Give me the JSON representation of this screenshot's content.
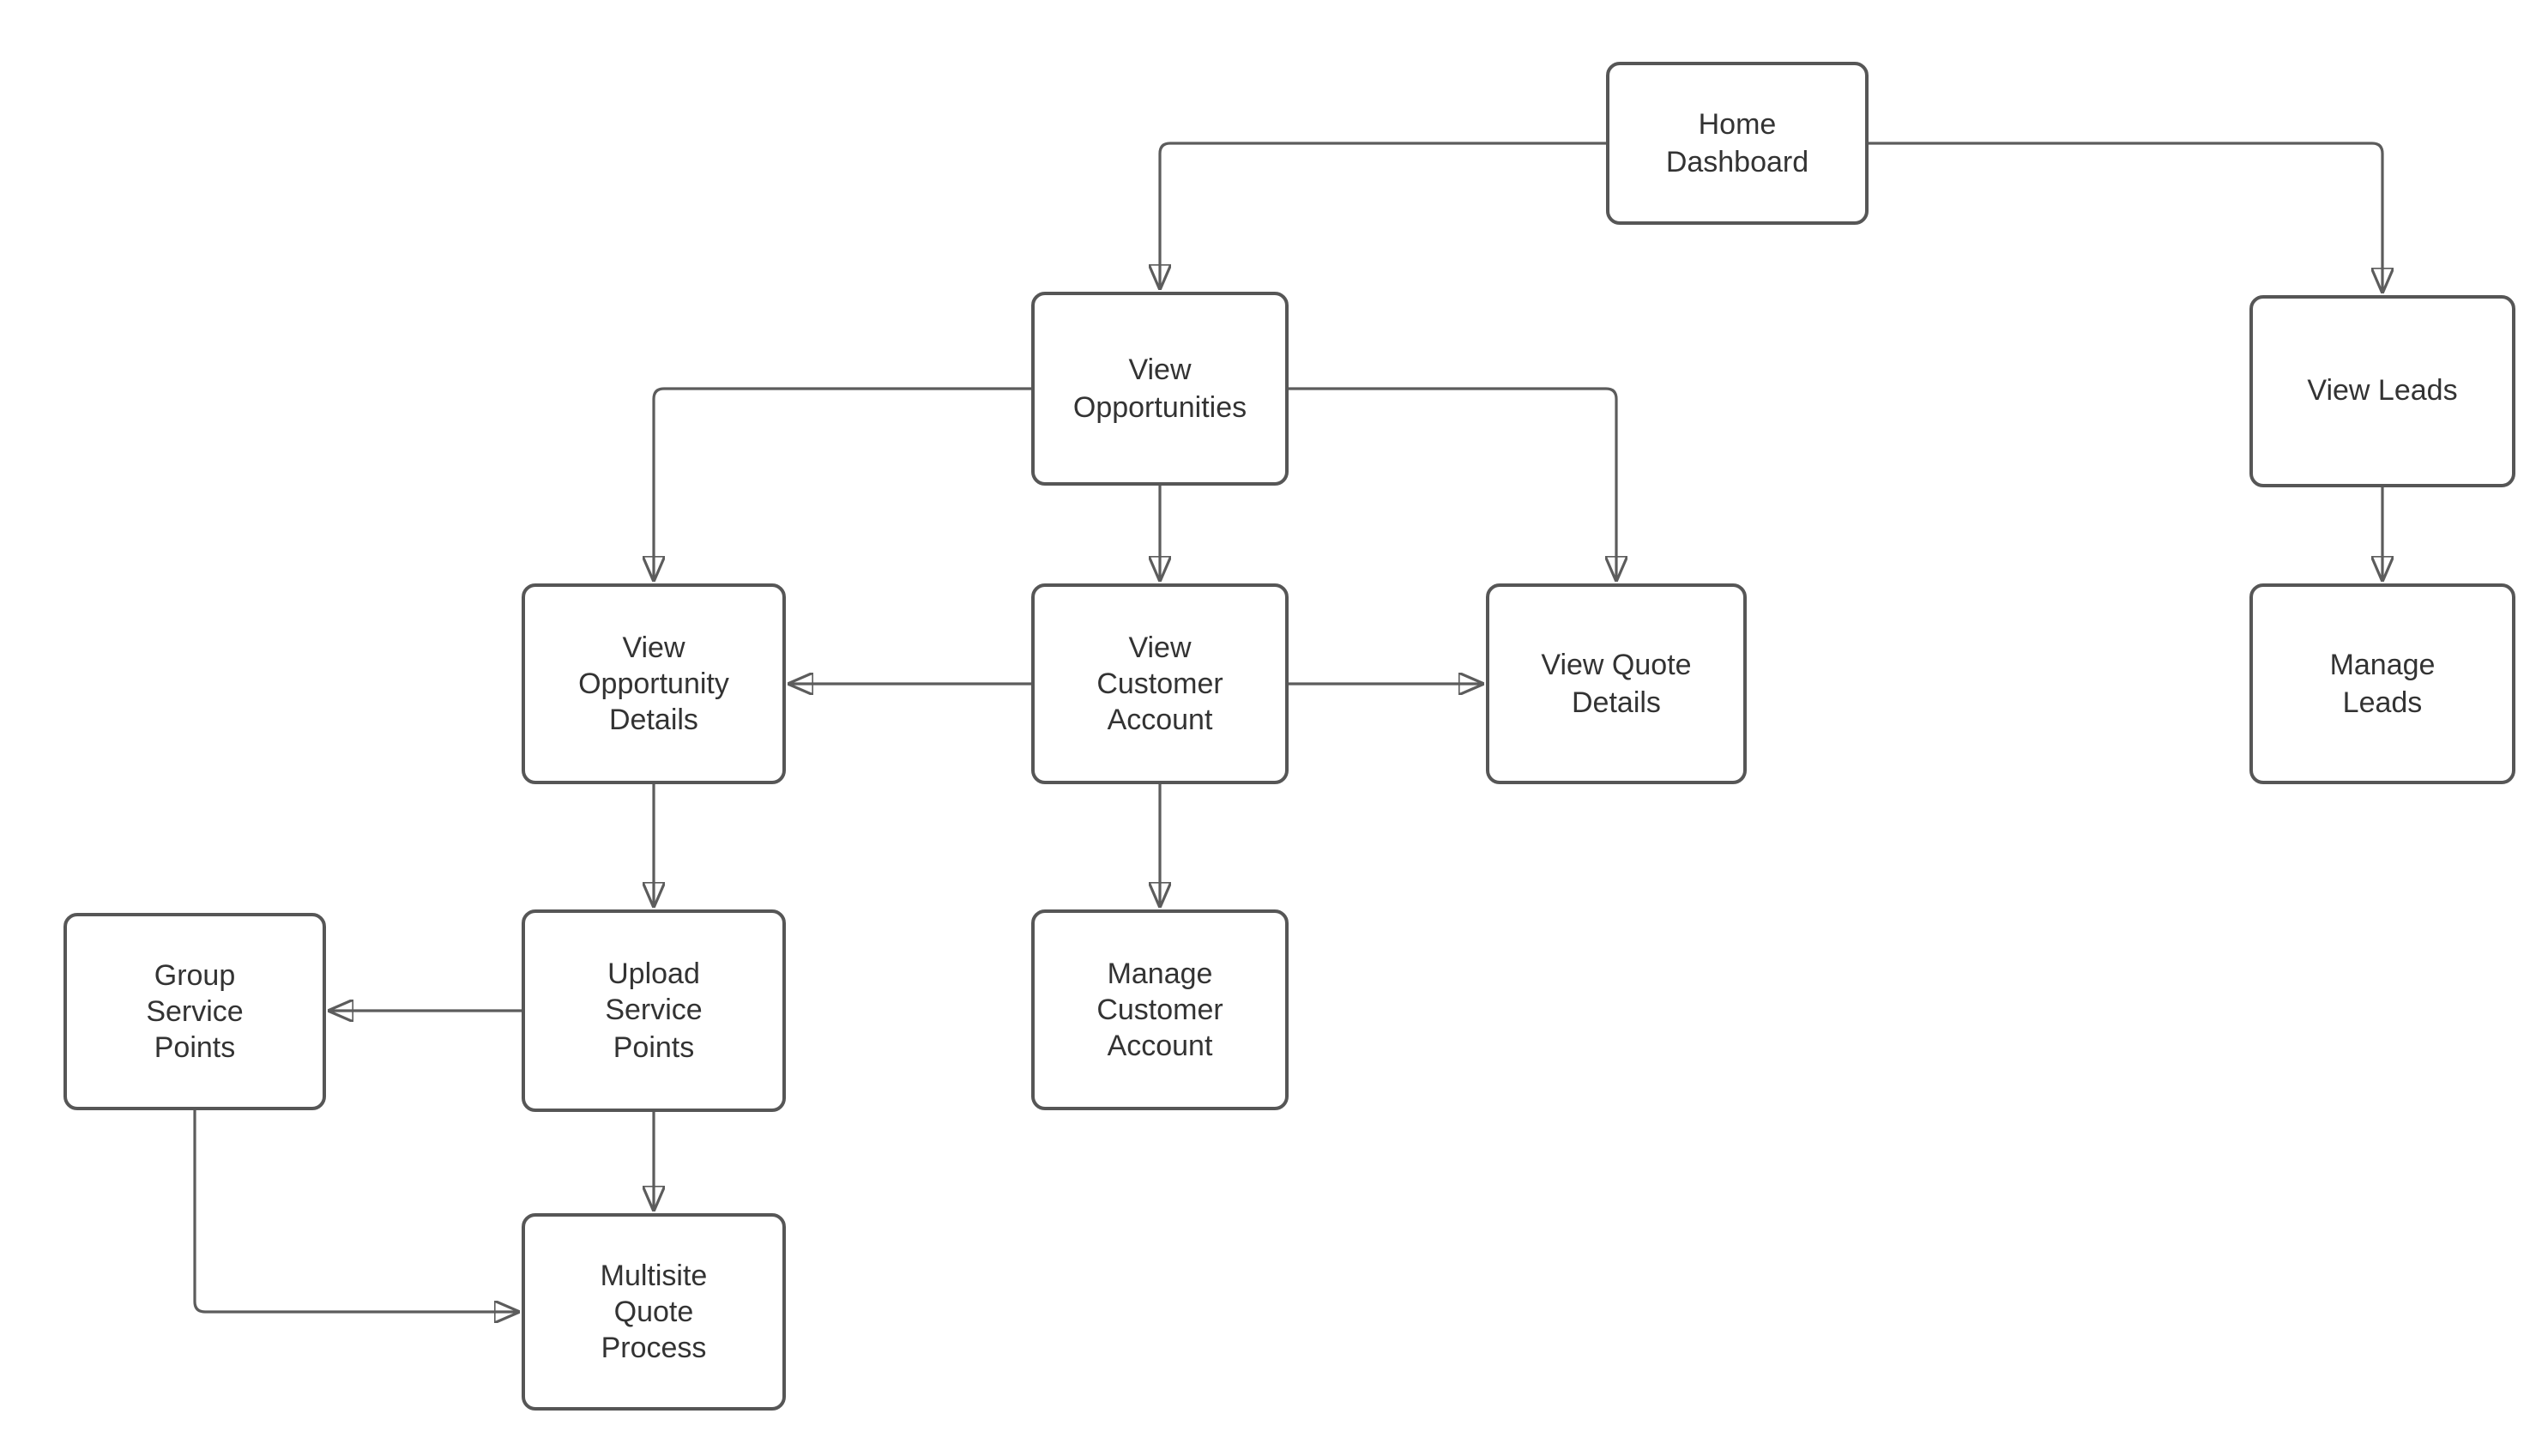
{
  "diagram": {
    "type": "flowchart",
    "background_color": "#ffffff",
    "node_border_color": "#565656",
    "connector_color": "#5c5c5c",
    "text_color": "#333333",
    "nodes": [
      {
        "id": "home-dashboard",
        "label": "Home\nDashboard"
      },
      {
        "id": "view-opportunities",
        "label": "View\nOpportunities"
      },
      {
        "id": "view-leads",
        "label": "View Leads"
      },
      {
        "id": "view-opportunity-details",
        "label": "View\nOpportunity\nDetails"
      },
      {
        "id": "view-customer-account",
        "label": "View\nCustomer\nAccount"
      },
      {
        "id": "view-quote-details",
        "label": "View Quote\nDetails"
      },
      {
        "id": "manage-leads",
        "label": "Manage\nLeads"
      },
      {
        "id": "group-service-points",
        "label": "Group\nService\nPoints"
      },
      {
        "id": "upload-service-points",
        "label": "Upload\nService\nPoints"
      },
      {
        "id": "manage-customer-account",
        "label": "Manage\nCustomer\nAccount"
      },
      {
        "id": "multisite-quote-process",
        "label": "Multisite\nQuote\nProcess"
      }
    ],
    "edges": [
      {
        "from": "home-dashboard",
        "to": "view-opportunities"
      },
      {
        "from": "home-dashboard",
        "to": "view-leads"
      },
      {
        "from": "view-opportunities",
        "to": "view-opportunity-details"
      },
      {
        "from": "view-opportunities",
        "to": "view-customer-account"
      },
      {
        "from": "view-opportunities",
        "to": "view-quote-details"
      },
      {
        "from": "view-leads",
        "to": "manage-leads"
      },
      {
        "from": "view-customer-account",
        "to": "view-opportunity-details"
      },
      {
        "from": "view-customer-account",
        "to": "view-quote-details"
      },
      {
        "from": "view-customer-account",
        "to": "manage-customer-account"
      },
      {
        "from": "view-opportunity-details",
        "to": "upload-service-points"
      },
      {
        "from": "upload-service-points",
        "to": "group-service-points"
      },
      {
        "from": "upload-service-points",
        "to": "multisite-quote-process"
      },
      {
        "from": "group-service-points",
        "to": "multisite-quote-process"
      }
    ]
  }
}
